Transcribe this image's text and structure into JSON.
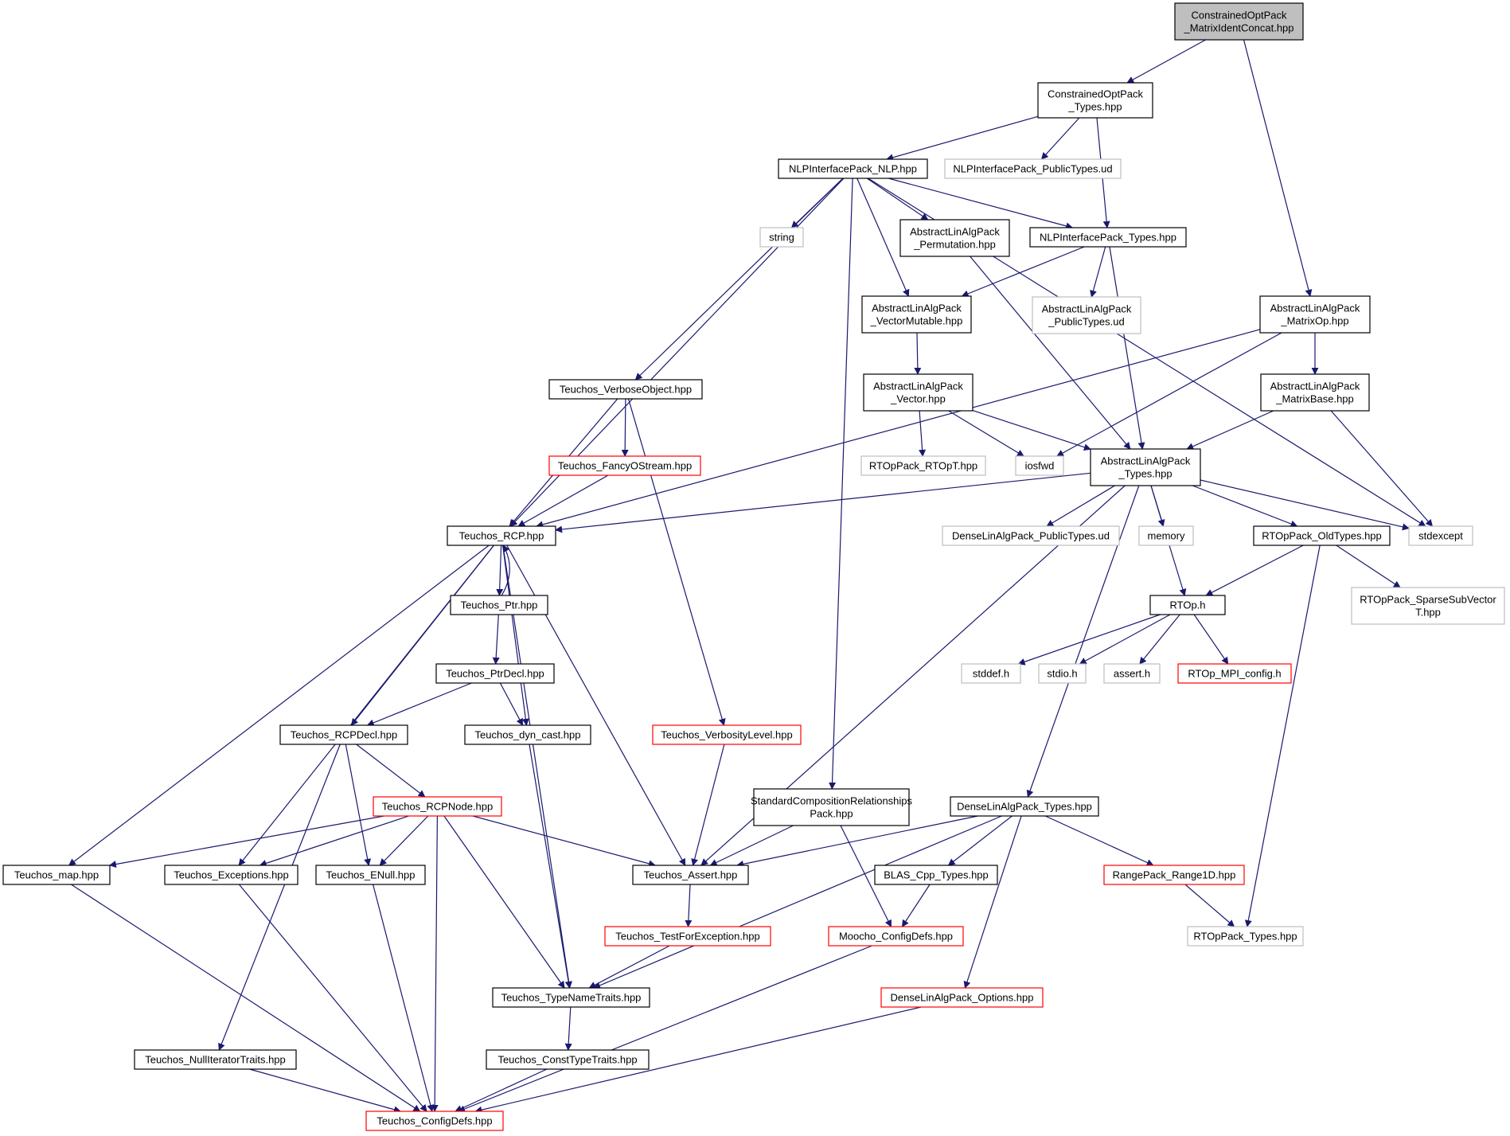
{
  "colors": {
    "edge": "#191970",
    "background": "#ffffff",
    "root_fill": "#bfbfbf",
    "normal_border": "#000000",
    "truncated_border": "#ff0000",
    "external_border": "#bfbfbf"
  },
  "nodes": [
    {
      "id": "root",
      "lines": [
        "ConstrainedOptPack",
        "_MatrixIdentConcat.hpp"
      ],
      "kind": "root"
    },
    {
      "id": "cop_types",
      "lines": [
        "ConstrainedOptPack",
        "_Types.hpp"
      ],
      "kind": "normal"
    },
    {
      "id": "nlp",
      "lines": [
        "NLPInterfacePack_NLP.hpp"
      ],
      "kind": "normal"
    },
    {
      "id": "nlp_public_ud",
      "lines": [
        "NLPInterfacePack_PublicTypes.ud"
      ],
      "kind": "external"
    },
    {
      "id": "string",
      "lines": [
        "string"
      ],
      "kind": "external"
    },
    {
      "id": "ala_perm",
      "lines": [
        "AbstractLinAlgPack",
        "_Permutation.hpp"
      ],
      "kind": "normal"
    },
    {
      "id": "nlp_types",
      "lines": [
        "NLPInterfacePack_Types.hpp"
      ],
      "kind": "normal"
    },
    {
      "id": "ala_public_ud",
      "lines": [
        "AbstractLinAlgPack",
        "_PublicTypes.ud"
      ],
      "kind": "external"
    },
    {
      "id": "ala_vecmut",
      "lines": [
        "AbstractLinAlgPack",
        "_VectorMutable.hpp"
      ],
      "kind": "normal"
    },
    {
      "id": "ala_matop",
      "lines": [
        "AbstractLinAlgPack",
        "_MatrixOp.hpp"
      ],
      "kind": "normal"
    },
    {
      "id": "verbose",
      "lines": [
        "Teuchos_VerboseObject.hpp"
      ],
      "kind": "normal"
    },
    {
      "id": "ala_vec",
      "lines": [
        "AbstractLinAlgPack",
        "_Vector.hpp"
      ],
      "kind": "normal"
    },
    {
      "id": "ala_matbase",
      "lines": [
        "AbstractLinAlgPack",
        "_MatrixBase.hpp"
      ],
      "kind": "normal"
    },
    {
      "id": "fancy",
      "lines": [
        "Teuchos_FancyOStream.hpp"
      ],
      "kind": "truncated"
    },
    {
      "id": "rtop_t",
      "lines": [
        "RTOpPack_RTOpT.hpp"
      ],
      "kind": "external"
    },
    {
      "id": "iosfwd",
      "lines": [
        "iosfwd"
      ],
      "kind": "external"
    },
    {
      "id": "ala_types",
      "lines": [
        "AbstractLinAlgPack",
        "_Types.hpp"
      ],
      "kind": "normal"
    },
    {
      "id": "rcp",
      "lines": [
        "Teuchos_RCP.hpp"
      ],
      "kind": "normal"
    },
    {
      "id": "dla_public_ud",
      "lines": [
        "DenseLinAlgPack_PublicTypes.ud"
      ],
      "kind": "external"
    },
    {
      "id": "memory",
      "lines": [
        "memory"
      ],
      "kind": "external"
    },
    {
      "id": "rtop_oldtypes",
      "lines": [
        "RTOpPack_OldTypes.hpp"
      ],
      "kind": "normal"
    },
    {
      "id": "stdexcept",
      "lines": [
        "stdexcept"
      ],
      "kind": "external"
    },
    {
      "id": "ptr",
      "lines": [
        "Teuchos_Ptr.hpp"
      ],
      "kind": "normal"
    },
    {
      "id": "rtop_h",
      "lines": [
        "RTOp.h"
      ],
      "kind": "normal"
    },
    {
      "id": "sparse",
      "lines": [
        "RTOpPack_SparseSubVector",
        "T.hpp"
      ],
      "kind": "external"
    },
    {
      "id": "ptrdecl",
      "lines": [
        "Teuchos_PtrDecl.hpp"
      ],
      "kind": "normal"
    },
    {
      "id": "stddef",
      "lines": [
        "stddef.h"
      ],
      "kind": "external"
    },
    {
      "id": "stdio",
      "lines": [
        "stdio.h"
      ],
      "kind": "external"
    },
    {
      "id": "assert_h",
      "lines": [
        "assert.h"
      ],
      "kind": "external"
    },
    {
      "id": "mpi_config",
      "lines": [
        "RTOp_MPI_config.h"
      ],
      "kind": "truncated"
    },
    {
      "id": "rcpdecl",
      "lines": [
        "Teuchos_RCPDecl.hpp"
      ],
      "kind": "normal"
    },
    {
      "id": "dyn_cast",
      "lines": [
        "Teuchos_dyn_cast.hpp"
      ],
      "kind": "normal"
    },
    {
      "id": "verbosity",
      "lines": [
        "Teuchos_VerbosityLevel.hpp"
      ],
      "kind": "truncated"
    },
    {
      "id": "std_comp",
      "lines": [
        "StandardCompositionRelationships",
        "Pack.hpp"
      ],
      "kind": "normal"
    },
    {
      "id": "dla_types",
      "lines": [
        "DenseLinAlgPack_Types.hpp"
      ],
      "kind": "normal"
    },
    {
      "id": "rcpnode",
      "lines": [
        "Teuchos_RCPNode.hpp"
      ],
      "kind": "truncated"
    },
    {
      "id": "map",
      "lines": [
        "Teuchos_map.hpp"
      ],
      "kind": "normal"
    },
    {
      "id": "exceptions",
      "lines": [
        "Teuchos_Exceptions.hpp"
      ],
      "kind": "normal"
    },
    {
      "id": "enull",
      "lines": [
        "Teuchos_ENull.hpp"
      ],
      "kind": "normal"
    },
    {
      "id": "assert",
      "lines": [
        "Teuchos_Assert.hpp"
      ],
      "kind": "normal"
    },
    {
      "id": "blas",
      "lines": [
        "BLAS_Cpp_Types.hpp"
      ],
      "kind": "normal"
    },
    {
      "id": "range1d",
      "lines": [
        "RangePack_Range1D.hpp"
      ],
      "kind": "truncated"
    },
    {
      "id": "testforexc",
      "lines": [
        "Teuchos_TestForException.hpp"
      ],
      "kind": "truncated"
    },
    {
      "id": "moocho_cfg",
      "lines": [
        "Moocho_ConfigDefs.hpp"
      ],
      "kind": "truncated"
    },
    {
      "id": "rtoppack_types",
      "lines": [
        "RTOpPack_Types.hpp"
      ],
      "kind": "external"
    },
    {
      "id": "typename",
      "lines": [
        "Teuchos_TypeNameTraits.hpp"
      ],
      "kind": "normal"
    },
    {
      "id": "dla_options",
      "lines": [
        "DenseLinAlgPack_Options.hpp"
      ],
      "kind": "truncated"
    },
    {
      "id": "nulliter",
      "lines": [
        "Teuchos_NullIteratorTraits.hpp"
      ],
      "kind": "normal"
    },
    {
      "id": "consttype",
      "lines": [
        "Teuchos_ConstTypeTraits.hpp"
      ],
      "kind": "normal"
    },
    {
      "id": "configdefs",
      "lines": [
        "Teuchos_ConfigDefs.hpp"
      ],
      "kind": "truncated"
    }
  ],
  "edges": [
    [
      "root",
      "cop_types"
    ],
    [
      "root",
      "ala_matop"
    ],
    [
      "cop_types",
      "nlp"
    ],
    [
      "cop_types",
      "nlp_public_ud"
    ],
    [
      "cop_types",
      "nlp_types"
    ],
    [
      "nlp",
      "rcp"
    ],
    [
      "nlp",
      "verbose"
    ],
    [
      "nlp",
      "string"
    ],
    [
      "nlp",
      "std_comp"
    ],
    [
      "nlp",
      "ala_vecmut"
    ],
    [
      "nlp",
      "ala_perm"
    ],
    [
      "nlp",
      "nlp_types"
    ],
    [
      "nlp",
      "stdexcept"
    ],
    [
      "ala_perm",
      "ala_types"
    ],
    [
      "nlp_types",
      "ala_vecmut"
    ],
    [
      "nlp_types",
      "ala_public_ud"
    ],
    [
      "nlp_types",
      "ala_types"
    ],
    [
      "ala_matop",
      "rcp"
    ],
    [
      "ala_matop",
      "iosfwd"
    ],
    [
      "ala_matop",
      "ala_matbase"
    ],
    [
      "ala_vecmut",
      "ala_vec"
    ],
    [
      "ala_vec",
      "rtop_t"
    ],
    [
      "ala_vec",
      "iosfwd"
    ],
    [
      "ala_vec",
      "ala_types"
    ],
    [
      "ala_matbase",
      "ala_types"
    ],
    [
      "ala_matbase",
      "stdexcept"
    ],
    [
      "verbose",
      "rcp"
    ],
    [
      "verbose",
      "fancy"
    ],
    [
      "verbose",
      "verbosity"
    ],
    [
      "fancy",
      "rcp"
    ],
    [
      "ala_types",
      "rcp"
    ],
    [
      "ala_types",
      "assert"
    ],
    [
      "ala_types",
      "dla_types"
    ],
    [
      "ala_types",
      "dla_public_ud"
    ],
    [
      "ala_types",
      "memory"
    ],
    [
      "ala_types",
      "rtop_h"
    ],
    [
      "ala_types",
      "rtop_oldtypes"
    ],
    [
      "ala_types",
      "stdexcept"
    ],
    [
      "rtop_oldtypes",
      "rtop_h"
    ],
    [
      "rtop_oldtypes",
      "sparse"
    ],
    [
      "rtop_oldtypes",
      "rtoppack_types"
    ],
    [
      "rtop_h",
      "stddef"
    ],
    [
      "rtop_h",
      "stdio"
    ],
    [
      "rtop_h",
      "assert_h"
    ],
    [
      "rtop_h",
      "mpi_config"
    ],
    [
      "rcp",
      "map"
    ],
    [
      "rcp",
      "exceptions"
    ],
    [
      "rcp",
      "rcpdecl"
    ],
    [
      "rcp",
      "ptr"
    ],
    [
      "rcp",
      "typename"
    ],
    [
      "rcp",
      "dyn_cast"
    ],
    [
      "rcp",
      "assert"
    ],
    [
      "ptr",
      "rcp"
    ],
    [
      "ptr",
      "ptrdecl"
    ],
    [
      "ptrdecl",
      "rcpdecl"
    ],
    [
      "ptrdecl",
      "dyn_cast"
    ],
    [
      "rcpdecl",
      "nulliter"
    ],
    [
      "rcpdecl",
      "enull"
    ],
    [
      "rcpdecl",
      "rcpnode"
    ],
    [
      "dyn_cast",
      "typename"
    ],
    [
      "verbosity",
      "assert"
    ],
    [
      "rcpnode",
      "map"
    ],
    [
      "rcpnode",
      "exceptions"
    ],
    [
      "rcpnode",
      "enull"
    ],
    [
      "rcpnode",
      "assert"
    ],
    [
      "rcpnode",
      "typename"
    ],
    [
      "rcpnode",
      "configdefs"
    ],
    [
      "std_comp",
      "assert"
    ],
    [
      "std_comp",
      "moocho_cfg"
    ],
    [
      "dla_types",
      "assert"
    ],
    [
      "dla_types",
      "typename"
    ],
    [
      "dla_types",
      "blas"
    ],
    [
      "dla_types",
      "range1d"
    ],
    [
      "dla_types",
      "dla_options"
    ],
    [
      "map",
      "configdefs"
    ],
    [
      "exceptions",
      "configdefs"
    ],
    [
      "enull",
      "configdefs"
    ],
    [
      "assert",
      "testforexc"
    ],
    [
      "testforexc",
      "typename"
    ],
    [
      "blas",
      "moocho_cfg"
    ],
    [
      "range1d",
      "rtoppack_types"
    ],
    [
      "moocho_cfg",
      "configdefs"
    ],
    [
      "dla_options",
      "configdefs"
    ],
    [
      "typename",
      "consttype"
    ],
    [
      "consttype",
      "configdefs"
    ],
    [
      "nulliter",
      "configdefs"
    ]
  ]
}
